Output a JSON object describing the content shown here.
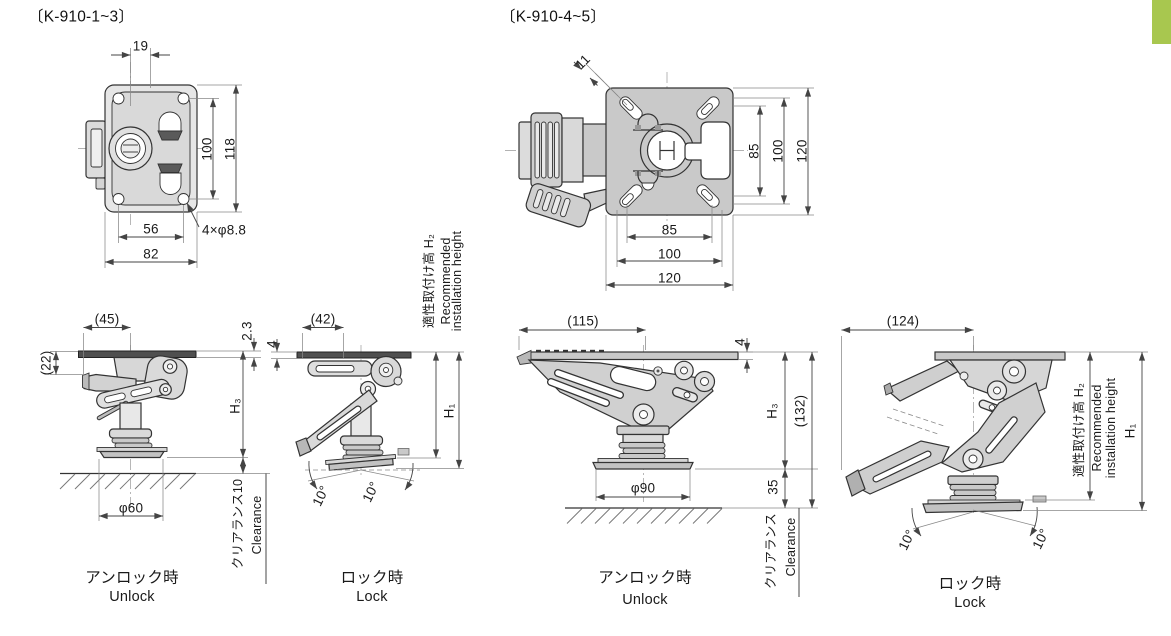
{
  "page": {
    "tab_color": "#a8c74f"
  },
  "k910_1_3": {
    "title": "〔K-910-1~3〕",
    "top_view": {
      "dim_19": "19",
      "dim_100": "100",
      "dim_118": "118",
      "dim_56": "56",
      "dim_82": "82",
      "dim_holes": "4×φ8.8"
    },
    "unlock": {
      "dim_width": "(45)",
      "dim_pedal": "(22)",
      "dim_plate": "2.3",
      "dim_h3": "H₃",
      "dim_foot": "φ60",
      "clearance_jp": "クリアランス10",
      "clearance_en": "Clearance",
      "caption_jp": "アンロック時",
      "caption_en": "Unlock"
    },
    "lock": {
      "dim_width": "(42)",
      "dim_plate": "4",
      "dim_h1": "H₁",
      "angle_left": "10°",
      "angle_right": "10°",
      "height_jp": "適性取付け高 H₂",
      "height_en1": "Recommended",
      "height_en2": "installation height",
      "caption_jp": "ロック時",
      "caption_en": "Lock"
    }
  },
  "k910_4_5": {
    "title": "〔K-910-4~5〕",
    "top_view": {
      "dim_slot": "11",
      "dim_v85": "85",
      "dim_v100": "100",
      "dim_v120": "120",
      "dim_h85": "85",
      "dim_h100": "100",
      "dim_h120": "120"
    },
    "unlock": {
      "dim_width": "(115)",
      "dim_plate": "4",
      "dim_h3": "H₃",
      "dim_overall": "(132)",
      "dim_foot": "φ90",
      "dim_ground": "35",
      "clearance_jp": "クリアランス",
      "clearance_en": "Clearance",
      "caption_jp": "アンロック時",
      "caption_en": "Unlock"
    },
    "lock": {
      "dim_width": "(124)",
      "dim_h1": "H₁",
      "angle_left": "10°",
      "angle_right": "10°",
      "height_jp": "適性取付け高 H₂",
      "height_en1": "Recommended",
      "height_en2": "installation height",
      "caption_jp": "ロック時",
      "caption_en": "Lock"
    }
  }
}
